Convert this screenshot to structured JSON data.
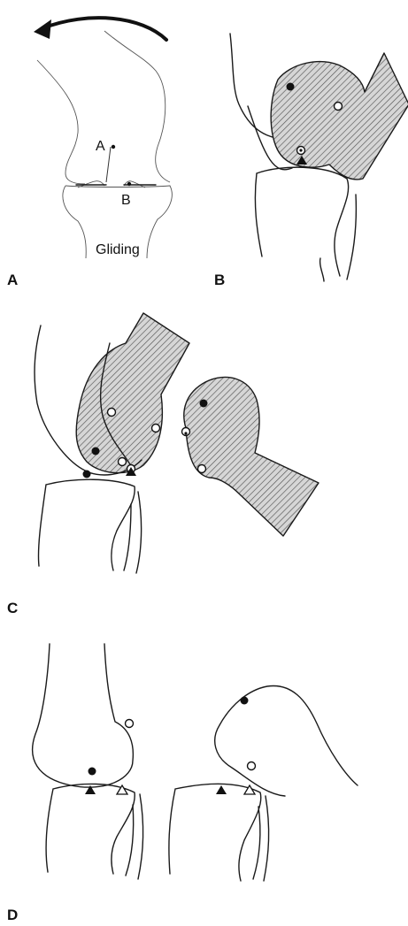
{
  "figure": {
    "panel_labels": [
      "A",
      "B",
      "C",
      "D"
    ],
    "panel_a": {
      "caption": "Gliding",
      "point_labels": [
        "A",
        "B"
      ]
    }
  }
}
